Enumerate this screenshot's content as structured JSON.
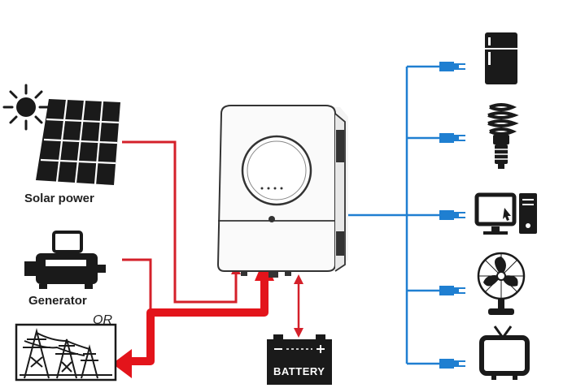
{
  "labels": {
    "solar": "Solar power",
    "generator": "Generator",
    "or": "OR",
    "battery": "BATTERY"
  },
  "colors": {
    "line_red": "#d4202a",
    "flow_red": "#e3141b",
    "line_blue": "#1f7fd1",
    "dark": "#1a1a1a",
    "inverter_body": "#f4f4f4",
    "inverter_outline": "#333333"
  },
  "icons": {
    "sun": "sun-icon",
    "solar_panel": "solar-panel-icon",
    "generator": "generator-icon",
    "grid": "power-tower-icon",
    "inverter": "inverter-icon",
    "battery": "battery-icon",
    "loads": [
      "fridge-icon",
      "bulb-icon",
      "computer-icon",
      "fan-icon",
      "tv-icon"
    ],
    "plug": "plug-icon"
  }
}
